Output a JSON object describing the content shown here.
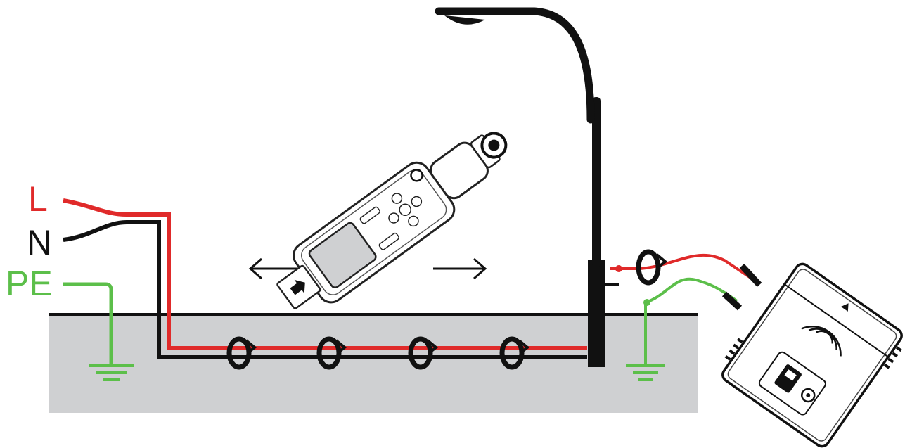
{
  "labels": {
    "live": "L",
    "neutral": "N",
    "earth": "PE"
  },
  "colors": {
    "live": "#e02a2a",
    "neutral": "#111111",
    "earth": "#5cbf4a",
    "ground_fill": "#cfd0d2"
  },
  "icons": {
    "street_lamp": "street-lamp-icon",
    "tracer_receiver": "cable-tracer-receiver-icon",
    "signal_transmitter": "signal-transmitter-icon",
    "current_clamp": "current-clamp-icon",
    "earth_ground": "earth-ground-icon",
    "arrow_left": "arrow-left-icon",
    "arrow_right": "arrow-right-icon"
  }
}
